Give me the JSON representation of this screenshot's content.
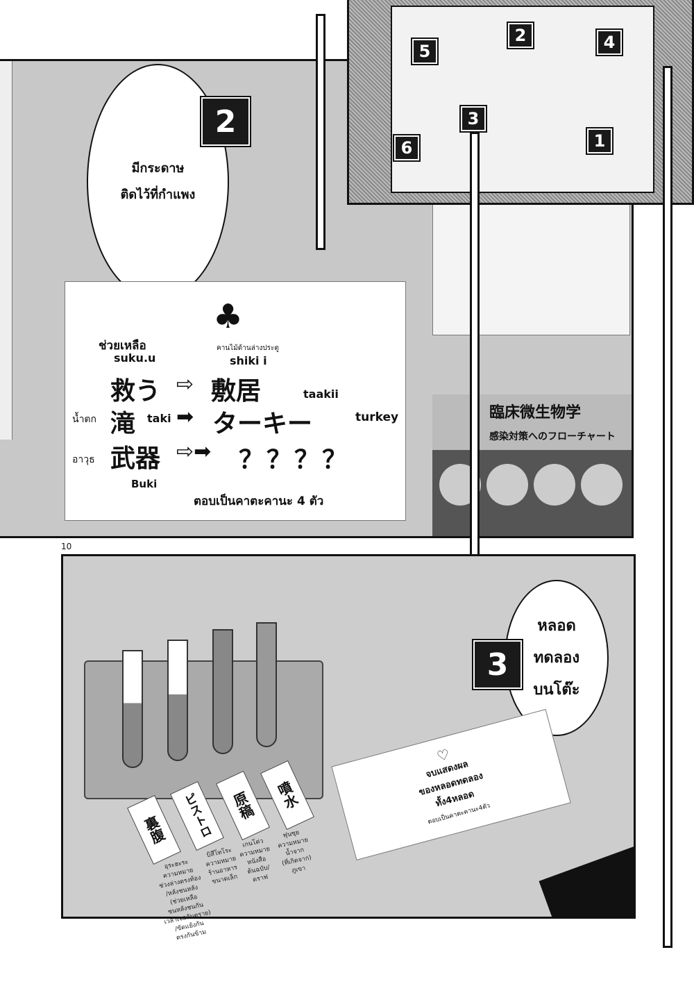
{
  "page_number": "10",
  "top_panel": {
    "marker": "2",
    "bubble_lines": [
      "มีกระดาษ",
      "ติดไว้ที่กำแพง"
    ],
    "wall_sign": {
      "icon": "club-icon",
      "row1": {
        "thai": "ช่วยเหลือ",
        "romaji": "suku.u",
        "jp": "救う",
        "arrow": "⇨",
        "result": "敷居",
        "result_thai": "คานไม้ด้านล่างประตู",
        "result_romaji": "shiki i"
      },
      "row2": {
        "thai": "น้ำตก",
        "jp": "滝",
        "romaji": "taki",
        "arrow": "➡",
        "result": "ターキー",
        "result_romaji": "taakii",
        "english": "turkey"
      },
      "row3": {
        "thai": "อาวุธ",
        "jp": "武器",
        "romaji": "Buki",
        "arrow": "⇨➡",
        "result": "？？？？"
      },
      "footer": "ตอบเป็นคาตะคานะ 4 ตัว"
    },
    "right_poster": {
      "title": "臨床微生物学",
      "subtitle": "感染対策へのフローチャート"
    }
  },
  "map": {
    "markers": [
      "1",
      "2",
      "3",
      "4",
      "5",
      "6"
    ]
  },
  "bottom_panel": {
    "marker": "3",
    "bubble_lines": [
      "หลอด",
      "ทดลอง",
      "บนโต๊ะ"
    ],
    "card": {
      "icon": "heart-icon",
      "lines": [
        "จบแสดงผล",
        "ของหลอดทดลอง",
        "ทั้ง4หลอด"
      ],
      "note": "ตอบเป็นคาตะคานะ4ตัว"
    },
    "tube_labels": [
      {
        "jp": "裏腹",
        "meaning": [
          "อุระฮะระ",
          "ความหมาย",
          "ช่วงล่างตรงท้อง",
          "/หลังชนหลัง",
          "(ช่วยเหลือ",
          "ชนหลังชนกัน",
          "เวลาเจออันตราย)",
          "/ขัดแย้งกัน",
          "ตรงกันข้าม"
        ]
      },
      {
        "jp": "ピストロ",
        "meaning": [
          "บิสึโทโระ",
          "ความหมาย",
          "ร้านอาหาร",
          "ขนาดเล็ก"
        ]
      },
      {
        "jp": "原稿",
        "meaning": [
          "เกนโค่ว",
          "ความหมาย",
          "หนังสือ",
          "ต้นฉบับ/",
          "ดราฟ"
        ]
      },
      {
        "jp": "噴水",
        "meaning": [
          "ฟุนซุย",
          "ความหมาย",
          "น้ำจาก",
          "(ที่เกิดจาก)",
          "ภูเขา"
        ]
      }
    ]
  }
}
